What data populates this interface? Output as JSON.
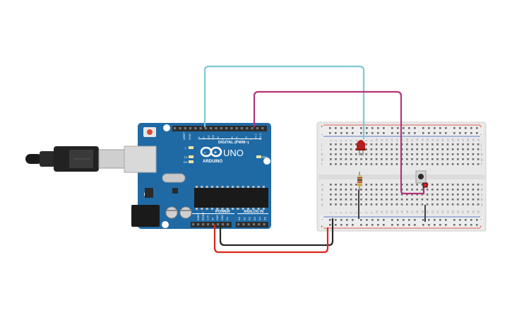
{
  "arduino": {
    "brand": "ARDUINO",
    "model": "UNO",
    "digital_header_label": "DIGITAL (PWM~)",
    "power_label": "POWER",
    "analog_label": "ANALOG IN",
    "on_label": "ON",
    "tx_label": "TX",
    "rx_label": "RX",
    "l_label": "L",
    "aref_label": "AREF",
    "gnd_label": "GND",
    "digital_pins": [
      "13",
      "12",
      "~11",
      "~10",
      "~9",
      "8",
      "7",
      "~6",
      "~5",
      "4",
      "~3",
      "2",
      "TX 1",
      "RX 0"
    ],
    "power_pins": [
      "IOREF",
      "RESET",
      "3.3V",
      "5V",
      "GND",
      "GND",
      "Vin"
    ],
    "analog_pins": [
      "A0",
      "A1",
      "A2",
      "A3",
      "A4",
      "A5"
    ]
  },
  "breadboard": {
    "row_letters_top": [
      "j",
      "i",
      "h",
      "g",
      "f"
    ],
    "row_letters_bottom": [
      "e",
      "d",
      "c",
      "b",
      "a"
    ],
    "column_numbers": [
      "1",
      "2",
      "3",
      "4",
      "5",
      "6",
      "7",
      "8",
      "9",
      "10",
      "11",
      "12",
      "13",
      "14",
      "15",
      "16",
      "17",
      "18",
      "19",
      "20",
      "21",
      "22",
      "23",
      "24",
      "25",
      "26",
      "27",
      "28",
      "29",
      "30"
    ],
    "plus_label": "+",
    "minus_label": "-"
  },
  "wires": {
    "colors": {
      "cyan": "#7ec8d6",
      "magenta": "#b5337a",
      "black": "#262626",
      "red": "#d9261c"
    }
  },
  "components": {
    "led_color": "#b81d1d",
    "resistor_color": "#d9b87a",
    "button_cap_color": "#2b2b2b",
    "button_indicator_color": "#e02020"
  },
  "colors": {
    "board_blue": "#1f6aa5",
    "board_dark": "#1b5d93",
    "breadboard_bg": "#e8e8e8",
    "usb_cable": "#1a1a1a"
  }
}
